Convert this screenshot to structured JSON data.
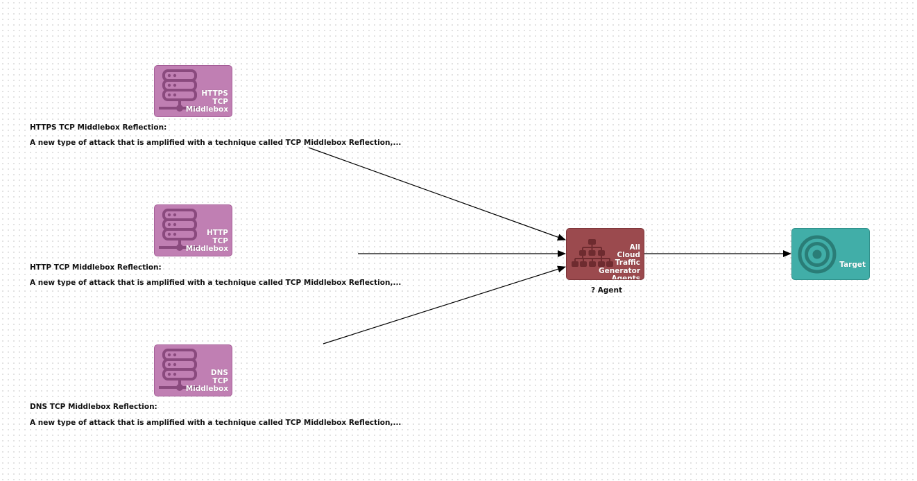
{
  "nodes": {
    "https": {
      "label": "HTTPS\nTCP\nMiddlebox",
      "title": "HTTPS TCP Middlebox Reflection:",
      "description": "A new type of attack that is amplified with a technique called TCP Middlebox Reflection,...",
      "icon": "server-rack-icon"
    },
    "http": {
      "label": "HTTP\nTCP\nMiddlebox",
      "title": "HTTP TCP Middlebox Reflection:",
      "description": "A new type of attack that is amplified with a technique called TCP Middlebox Reflection,...",
      "icon": "server-rack-icon"
    },
    "dns": {
      "label": "DNS\nTCP\nMiddlebox",
      "title": "DNS TCP Middlebox Reflection:",
      "description": "A new type of attack that is amplified with a technique called TCP Middlebox Reflection,...",
      "icon": "server-rack-icon"
    },
    "agents": {
      "label": "All\nCloud\nTraffic\nGenerator\nAgents",
      "sublabel": "? Agent",
      "icon": "network-hierarchy-icon"
    },
    "target": {
      "label": "Target",
      "icon": "target-icon"
    }
  },
  "edges": [
    {
      "from": "https",
      "to": "agents"
    },
    {
      "from": "http",
      "to": "agents"
    },
    {
      "from": "dns",
      "to": "agents"
    },
    {
      "from": "agents",
      "to": "target"
    }
  ],
  "colors": {
    "middlebox": "#c07fb3",
    "agent": "#9b4a4e",
    "target": "#41aea8",
    "edge": "#000000"
  }
}
